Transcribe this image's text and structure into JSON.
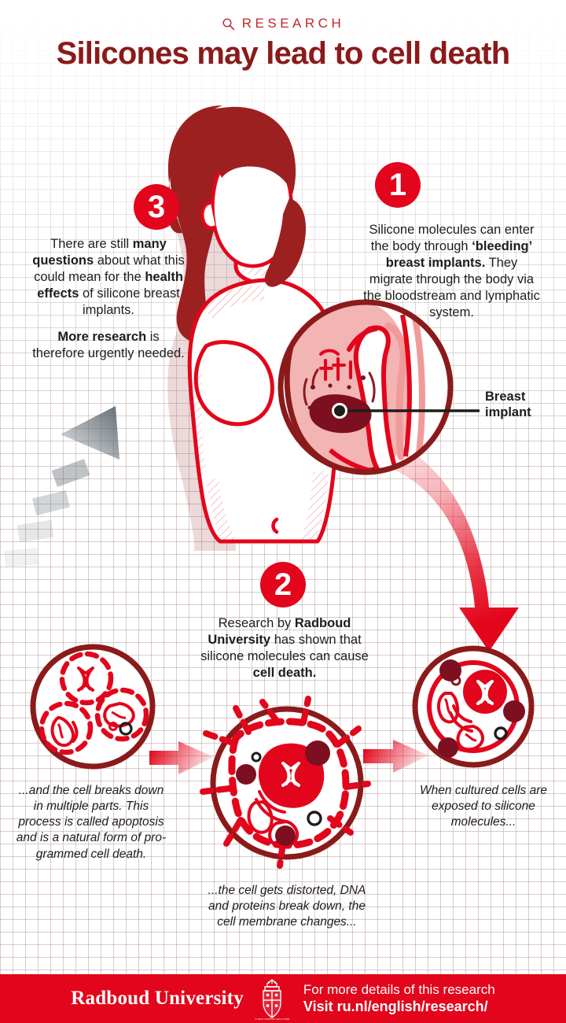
{
  "header": {
    "eyebrow": "RESEARCH",
    "eyebrow_icon": "magnifying-glass-icon",
    "title": "Silicones may lead to cell death"
  },
  "colors": {
    "brand_red": "#e3051b",
    "dark_red": "#8b1a1a",
    "title_red": "#8b1a1a",
    "eyebrow_red": "#c0272d",
    "body_text": "#1d1d1b",
    "grid_line": "#b7a0a3",
    "implant_fill": "#7d1020",
    "tissue_pink": "#f3b4b4",
    "gray_arrow": "#5c6870"
  },
  "steps": [
    {
      "number": "1",
      "text_parts": [
        {
          "t": "Silicone molecules can enter the body through ",
          "b": false
        },
        {
          "t": "‘bleeding’ breast implants.",
          "b": true
        },
        {
          "t": " They migrate through the body via the bloodstream and lymphatic system.",
          "b": false
        }
      ]
    },
    {
      "number": "2",
      "text_parts": [
        {
          "t": "Research by ",
          "b": false
        },
        {
          "t": "Radboud University",
          "b": true
        },
        {
          "t": " has shown that silicone molecules can cause ",
          "b": false
        },
        {
          "t": "cell death.",
          "b": true
        }
      ]
    },
    {
      "number": "3",
      "text_parts": [
        {
          "t": "There are still ",
          "b": false
        },
        {
          "t": "many questions",
          "b": true
        },
        {
          "t": " about what this could mean for the ",
          "b": false
        },
        {
          "t": "health effects",
          "b": true
        },
        {
          "t": " of silicone breast implants.",
          "b": false
        },
        {
          "t": "__GAP__",
          "b": false
        },
        {
          "t": "More research",
          "b": true
        },
        {
          "t": " is therefore urgently needed.",
          "b": false
        }
      ]
    }
  ],
  "callout": {
    "label": "Breast implant"
  },
  "cell_sequence": [
    {
      "id": "cell-exposed",
      "caption": "When cultured cells are exposed to silicone molecules..."
    },
    {
      "id": "cell-distorted",
      "caption": "...the cell gets distorted, DNA and proteins break down, the cell membrane changes..."
    },
    {
      "id": "cell-apoptosis",
      "caption": "...and the cell breaks down in multiple parts. This process is called apoptosis and is a natural form of pro-grammed cell death."
    }
  ],
  "footer": {
    "brand": "Radboud University",
    "crest_icon": "radboud-crest-icon",
    "line1": "For more details of this research",
    "line2": "Visit ru.nl/english/research/"
  }
}
